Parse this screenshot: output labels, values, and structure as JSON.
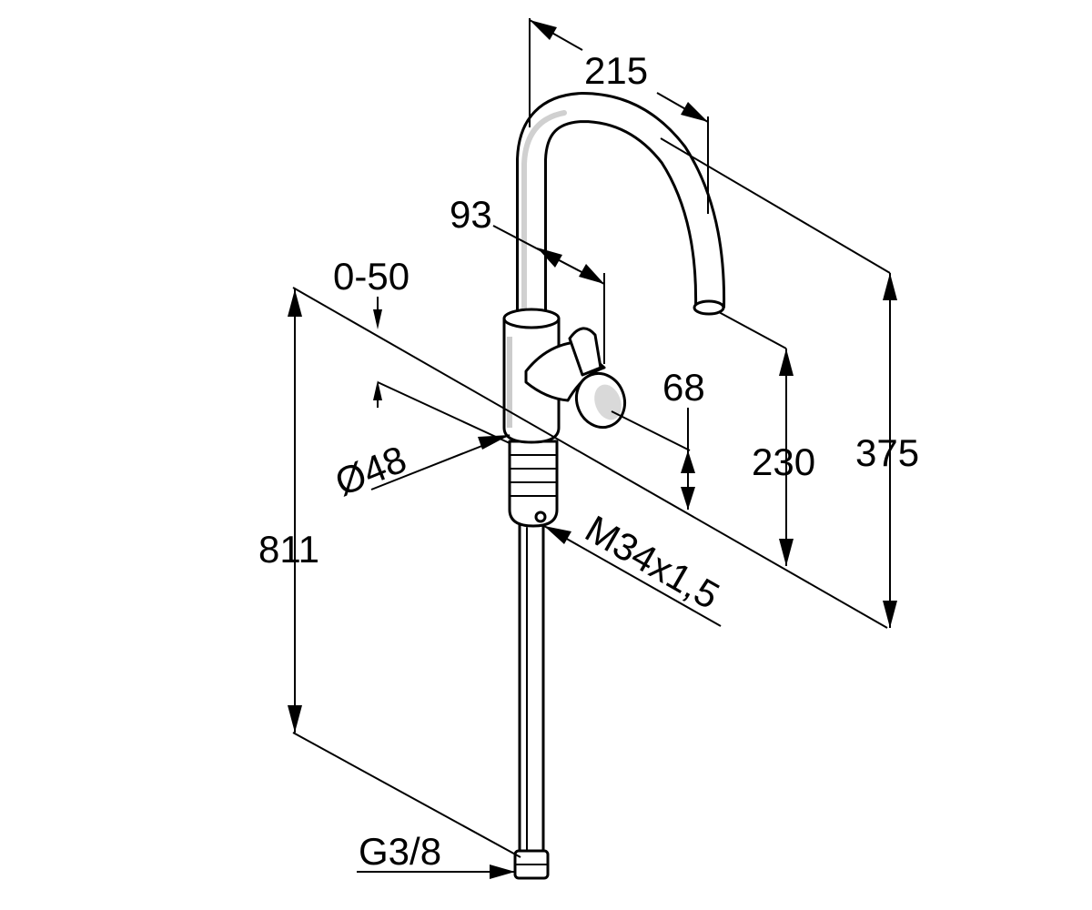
{
  "dimensions": {
    "spout_reach": "215",
    "lever_depth": "93",
    "swivel_range": "0-50",
    "lever_height": "68",
    "spout_outlet_height": "230",
    "spout_total_height": "375",
    "base_diameter": "Ø48",
    "mount_thread": "M34x1,5",
    "total_length": "811",
    "connection_thread": "G3/8"
  }
}
